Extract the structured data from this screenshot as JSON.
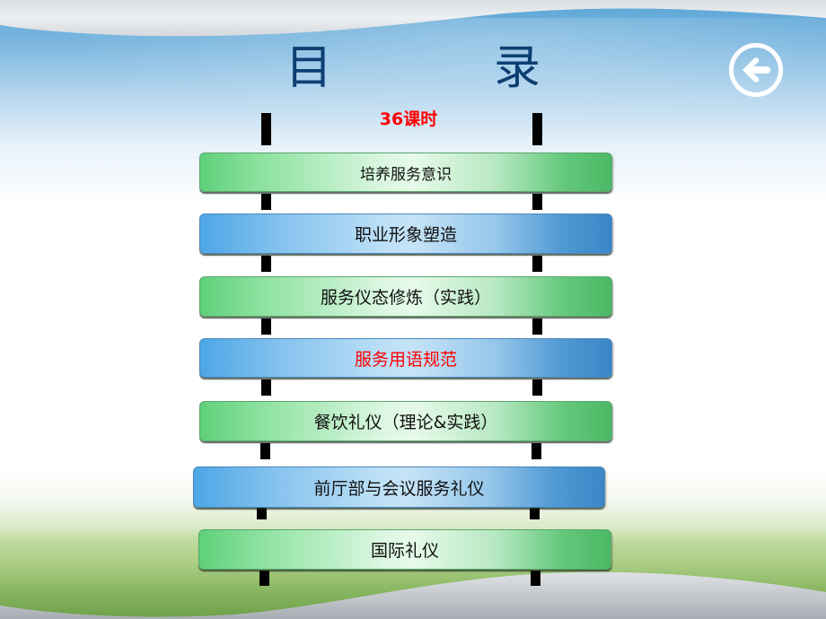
{
  "title": "目　录",
  "back_button": {
    "icon": "arrow-left-circle-icon"
  },
  "hours_label": "36课时",
  "colors": {
    "title": "#0d3f73",
    "hours": "#ff0000",
    "highlight": "#ff0000",
    "green_bar": "#5fd07a",
    "blue_bar": "#4da6e6"
  },
  "items": [
    {
      "label": "培养服务意识",
      "style": "green",
      "highlight": false
    },
    {
      "label": "职业形象塑造",
      "style": "blue",
      "highlight": false
    },
    {
      "label": "服务仪态修炼（实践）",
      "style": "green",
      "highlight": false
    },
    {
      "label": "服务用语规范",
      "style": "blue",
      "highlight": true
    },
    {
      "label": "餐饮礼仪（理论&实践）",
      "style": "green",
      "highlight": false
    },
    {
      "label": "前厅部与会议服务礼仪",
      "style": "blue",
      "highlight": false
    },
    {
      "label": "国际礼仪",
      "style": "green",
      "highlight": false
    }
  ]
}
